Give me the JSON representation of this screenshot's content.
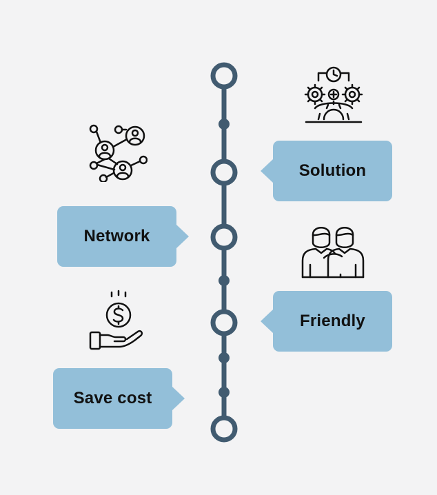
{
  "nodes": [
    {
      "label": "Solution",
      "icon": "gears-clock-icon"
    },
    {
      "label": "Network",
      "icon": "network-people-icon"
    },
    {
      "label": "Friendly",
      "icon": "two-friends-icon"
    },
    {
      "label": "Save cost",
      "icon": "hand-coin-icon"
    }
  ],
  "colors": {
    "background": "#f3f3f4",
    "timeline": "#415b70",
    "callout": "#93bfd9",
    "text": "#111111",
    "icon": "#111111"
  }
}
